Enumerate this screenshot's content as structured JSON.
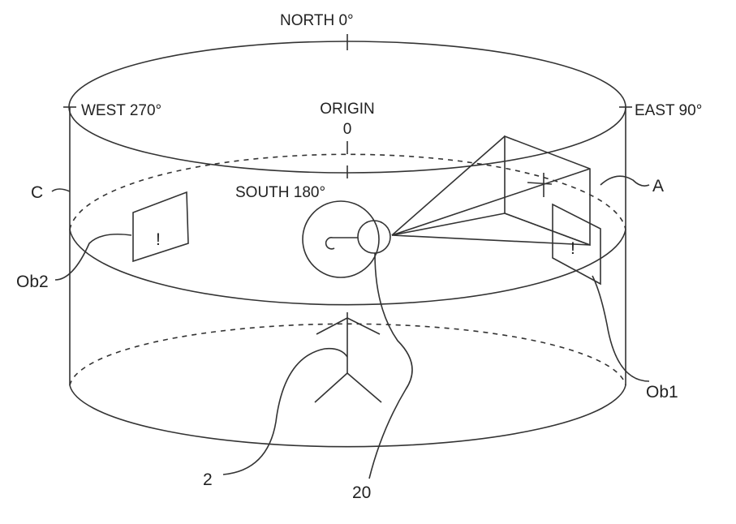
{
  "directions": {
    "north": "NORTH 0°",
    "west": "WEST 270°",
    "east": "EAST 90°",
    "south": "SOUTH 180°",
    "origin": "ORIGIN",
    "origin_value": "0"
  },
  "reference_labels": {
    "cylinder": "C",
    "view_area": "A",
    "object1": "Ob1",
    "object2": "Ob2",
    "user": "2",
    "device": "20"
  },
  "object_glyph": "!"
}
